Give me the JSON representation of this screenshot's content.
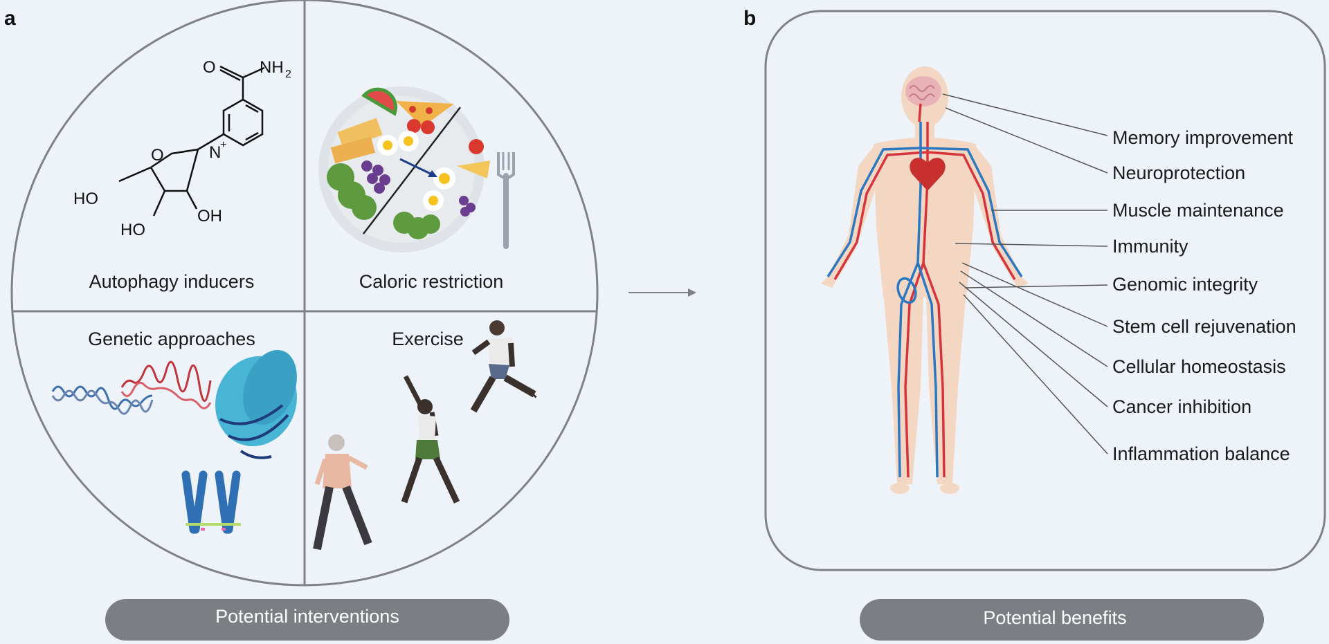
{
  "panel_a": {
    "letter": "a",
    "quadrants": {
      "autophagy": "Autophagy inducers",
      "caloric": "Caloric restriction",
      "genetic": "Genetic approaches",
      "exercise": "Exercise"
    },
    "molecule": {
      "o_amide": "O",
      "nh2": "NH",
      "nh2_sub": "2",
      "ring_o": "O",
      "n_plus": "N",
      "plus": "+",
      "ho_left": "HO",
      "ho_bottom": "HO",
      "oh_right": "OH"
    },
    "pill": "Potential interventions"
  },
  "panel_b": {
    "letter": "b",
    "benefits": [
      "Memory improvement",
      "Neuroprotection",
      "Muscle maintenance",
      "Immunity",
      "Genomic integrity",
      "Stem cell rejuvenation",
      "Cellular homeostasis",
      "Cancer inhibition",
      "Inflammation balance"
    ],
    "pill": "Potential benefits"
  },
  "colors": {
    "background": "#eef3fa",
    "outline": "#7f8285",
    "pill": "#7b7f84",
    "artery": "#d6343b",
    "vein": "#2b78c2",
    "skin": "#f4d7c3"
  }
}
